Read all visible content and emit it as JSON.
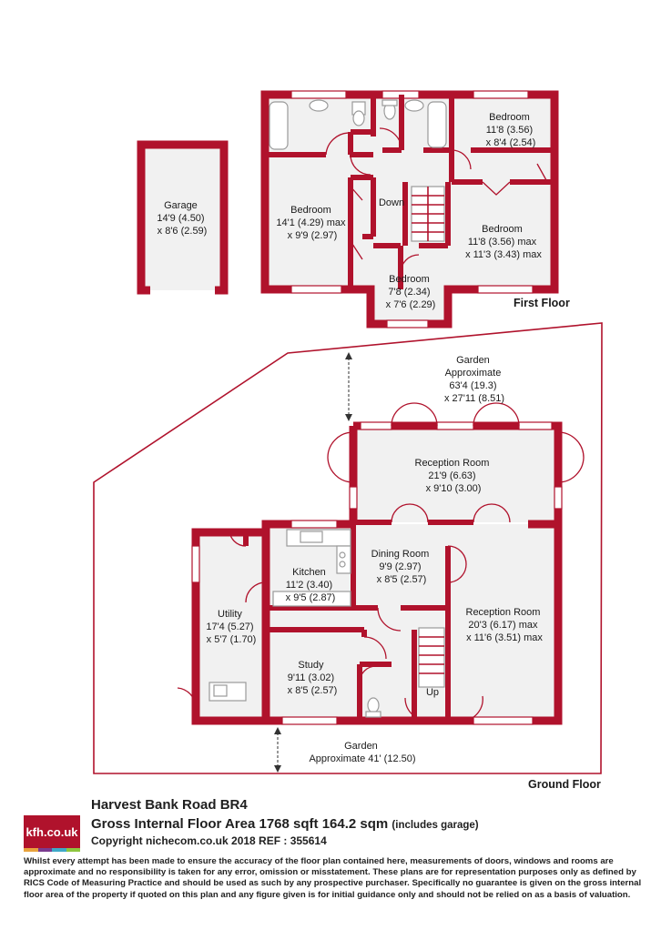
{
  "floors": {
    "first": "First Floor",
    "ground": "Ground Floor"
  },
  "rooms": {
    "garage": {
      "name": "Garage",
      "dims": [
        "14'9 (4.50)",
        "x 8'6 (2.59)"
      ]
    },
    "bedroom_top_right": {
      "name": "Bedroom",
      "dims": [
        "11'8 (3.56)",
        "x 8'4 (2.54)"
      ]
    },
    "bedroom_left": {
      "name": "Bedroom",
      "dims": [
        "14'1 (4.29) max",
        "x 9'9 (2.97)"
      ]
    },
    "bedroom_right": {
      "name": "Bedroom",
      "dims": [
        "11'8 (3.56) max",
        "x 11'3 (3.43) max"
      ]
    },
    "bedroom_small": {
      "name": "Bedroom",
      "dims": [
        "7'8 (2.34)",
        "x 7'6 (2.29)"
      ]
    },
    "garden_rear": {
      "name": "Garden",
      "dims": [
        "Approximate",
        "63'4 (19.3)",
        "x 27'11 (8.51)"
      ]
    },
    "reception_top": {
      "name": "Reception Room",
      "dims": [
        "21'9 (6.63)",
        "x 9'10 (3.00)"
      ]
    },
    "dining": {
      "name": "Dining Room",
      "dims": [
        "9'9 (2.97)",
        "x 8'5 (2.57)"
      ]
    },
    "kitchen": {
      "name": "Kitchen",
      "dims": [
        "11'2 (3.40)",
        "x 9'5 (2.87)"
      ]
    },
    "utility": {
      "name": "Utility",
      "dims": [
        "17'4 (5.27)",
        "x 5'7 (1.70)"
      ]
    },
    "reception_right": {
      "name": "Reception Room",
      "dims": [
        "20'3 (6.17) max",
        "x 11'6 (3.51) max"
      ]
    },
    "study": {
      "name": "Study",
      "dims": [
        "9'11 (3.02)",
        "x 8'5 (2.57)"
      ]
    },
    "garden_front": {
      "name": "Garden",
      "dims": [
        "Approximate 41' (12.50)"
      ]
    }
  },
  "stairs": {
    "down": "Down",
    "up": "Up"
  },
  "footer": {
    "address": "Harvest Bank Road  BR4",
    "area_main": "Gross Internal Floor Area 1768 sqft 164.2 sqm",
    "area_note": "(includes garage)",
    "copyright": "Copyright nichecom.co.uk 2018 REF : 355614",
    "logo": "kfh.co.uk",
    "logo_colors": [
      "#e8a33d",
      "#7a3b8f",
      "#3fa9c8",
      "#8dc63f"
    ],
    "disclaimer": "Whilst every attempt has been made to ensure the accuracy of the floor plan contained here, measurements of doors, windows and rooms are approximate and no responsibility is taken for any error, omission or misstatement.  These plans are for representation purposes only as defined by RICS Code of Measuring Practice and should be used as such by any prospective purchaser.  Specifically no guarantee is given on the gross internal floor area of the property if quoted on this plan and any figure given is for initial guidance only and should not be relied on as a basis of valuation."
  },
  "colors": {
    "wall": "#b0122c",
    "room": "#f1f1f1"
  }
}
